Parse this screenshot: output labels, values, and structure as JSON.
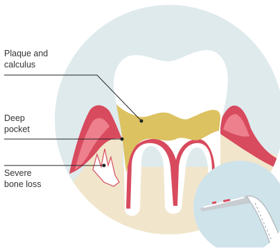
{
  "labels": {
    "plaque": "Plaque and\ncalculus",
    "pocket": "Deep\npocket",
    "bone": "Severe\nbone loss"
  },
  "colors": {
    "background_circle": "#dfeaed",
    "bone": "#f1e6cb",
    "gum": "#d84a5e",
    "gum_highlight": "#ee7f8c",
    "tooth": "#ffffff",
    "plaque": "#dcc261",
    "probe_lens": "#cfe3ea",
    "leader_line": "#222222"
  },
  "icons": {
    "probe": "periodontal-probe-icon"
  }
}
